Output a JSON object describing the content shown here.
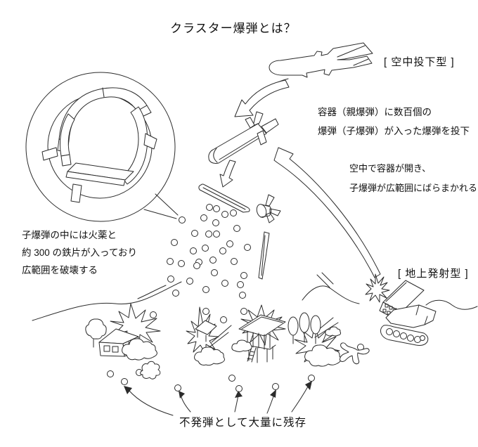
{
  "title": "クラスター爆弾とは？",
  "labels": {
    "air_dropped": "[ 空中投下型 ]",
    "ground_launched": "[ 地上発射型 ]"
  },
  "notes": {
    "container_line1": "容器（親爆弾）に数百個の",
    "container_line2": "爆弾（子爆弾）が入った爆弾を投下",
    "midair_line1": "空中で容器が開き、",
    "midair_line2": "子爆弾が広範囲にばらまかれる",
    "bomblet_line1": "子爆弾の中には火薬と",
    "bomblet_line2": "約 300 の鉄片が入っており",
    "bomblet_line3": "広範囲を破壊する",
    "unexploded": "不発弾として大量に残存"
  },
  "figures": {
    "aircraft": "jet-aircraft-outline",
    "parent_bomb": "cluster-bomb-container",
    "magnified": "submunition-bomblet-cutaway",
    "launcher": "tracked-rocket-launcher",
    "ground": "village-under-bombardment"
  },
  "colors": {
    "line": "#2b2b2b",
    "background": "#ffffff",
    "text": "#111111"
  }
}
